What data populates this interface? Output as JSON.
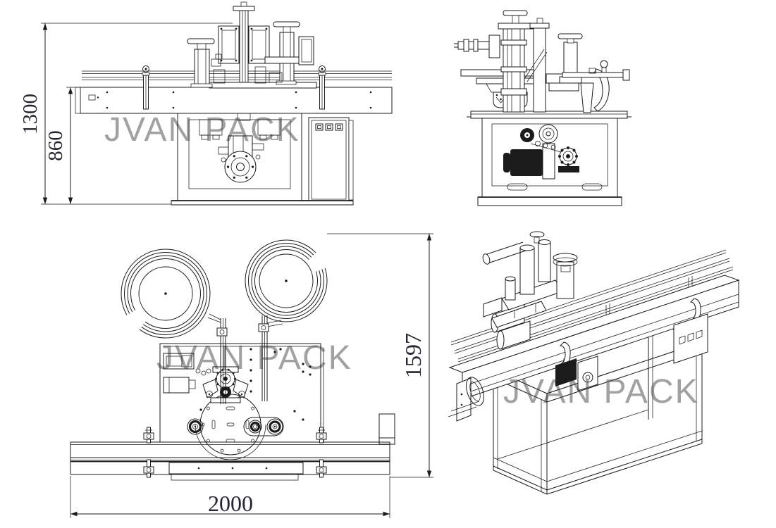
{
  "drawing": {
    "watermark_text": "JVAN PACK",
    "dimensions": {
      "front_total_height": "1300",
      "front_conveyor_height": "860",
      "plan_length": "2000",
      "plan_depth": "1597"
    },
    "colors": {
      "background": "#ffffff",
      "line": "#1b1b1b",
      "watermark": "#9c9c9c",
      "dimension_text": "#25252e"
    }
  }
}
